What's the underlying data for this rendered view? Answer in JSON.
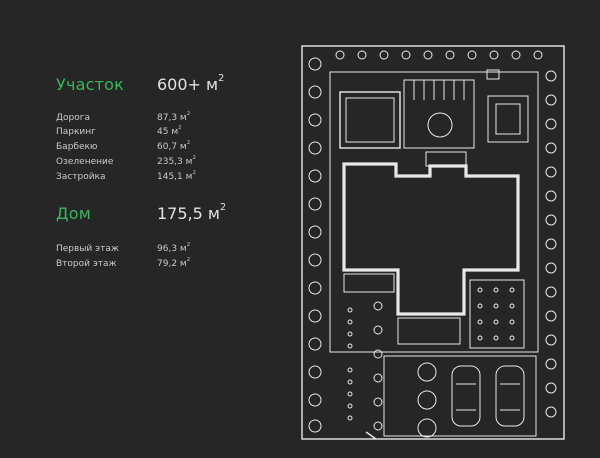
{
  "plot": {
    "title": "Участок",
    "value": "600+",
    "unit": "м",
    "rows": [
      {
        "label": "Дорога",
        "value": "87,3",
        "unit": "м"
      },
      {
        "label": "Паркинг",
        "value": "45",
        "unit": "м"
      },
      {
        "label": "Барбекю",
        "value": "60,7",
        "unit": "м"
      },
      {
        "label": "Озеленение",
        "value": "235,3",
        "unit": "м"
      },
      {
        "label": "Застройка",
        "value": "145,1",
        "unit": "м"
      }
    ]
  },
  "house": {
    "title": "Дом",
    "value": "175,5",
    "unit": "м",
    "rows": [
      {
        "label": "Первый этаж",
        "value": "96,3",
        "unit": "м"
      },
      {
        "label": "Второй этаж",
        "value": "79,2",
        "unit": "м"
      }
    ]
  },
  "superscript": "2",
  "colors": {
    "accent": "#39b55a",
    "background": "#262626",
    "line": "#e8e8e8"
  }
}
